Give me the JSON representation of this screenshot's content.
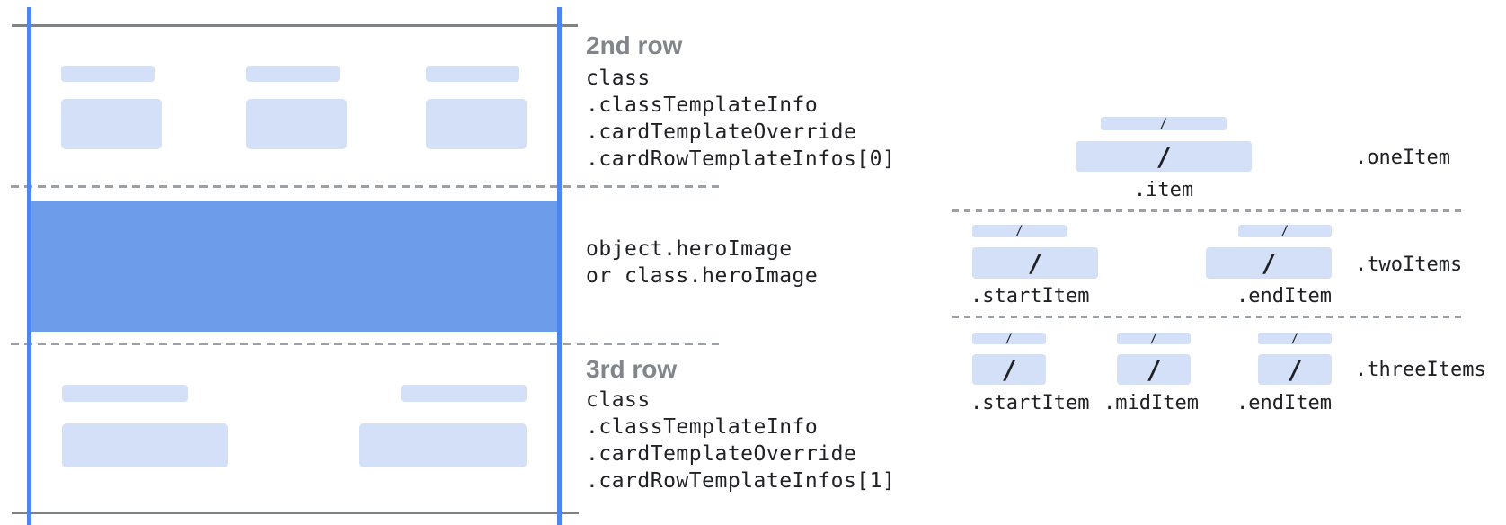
{
  "diagram_title": "pass card template rows diagram",
  "colors": {
    "placeholder_blue": "#d3e0f7",
    "hero_band_blue": "#6d9ceb",
    "guide_line_blue": "#4c86ee",
    "boundary_line_gray": "#7e8388",
    "dashed_divider_gray": "#9aa0a6",
    "heading_gray": "#80868b",
    "code_text_dark": "#202124"
  },
  "left_card": {
    "row2": {
      "heading": "2nd row",
      "code_lines": [
        "class",
        ".classTemplateInfo",
        ".cardTemplateOverride",
        ".cardRowTemplateInfos[0]"
      ]
    },
    "hero": {
      "code_lines": [
        "object.heroImage",
        "or class.heroImage"
      ]
    },
    "row3": {
      "heading": "3rd row",
      "code_lines": [
        "class",
        ".classTemplateInfo",
        ".cardTemplateOverride",
        ".cardRowTemplateInfos[1]"
      ]
    }
  },
  "right_panel": {
    "slash": "/",
    "sections": [
      {
        "side_label": ".oneItem",
        "item_labels": [
          ".item"
        ]
      },
      {
        "side_label": ".twoItems",
        "item_labels": [
          ".startItem",
          ".endItem"
        ]
      },
      {
        "side_label": ".threeItems",
        "item_labels": [
          ".startItem",
          ".midItem",
          ".endItem"
        ]
      }
    ]
  }
}
